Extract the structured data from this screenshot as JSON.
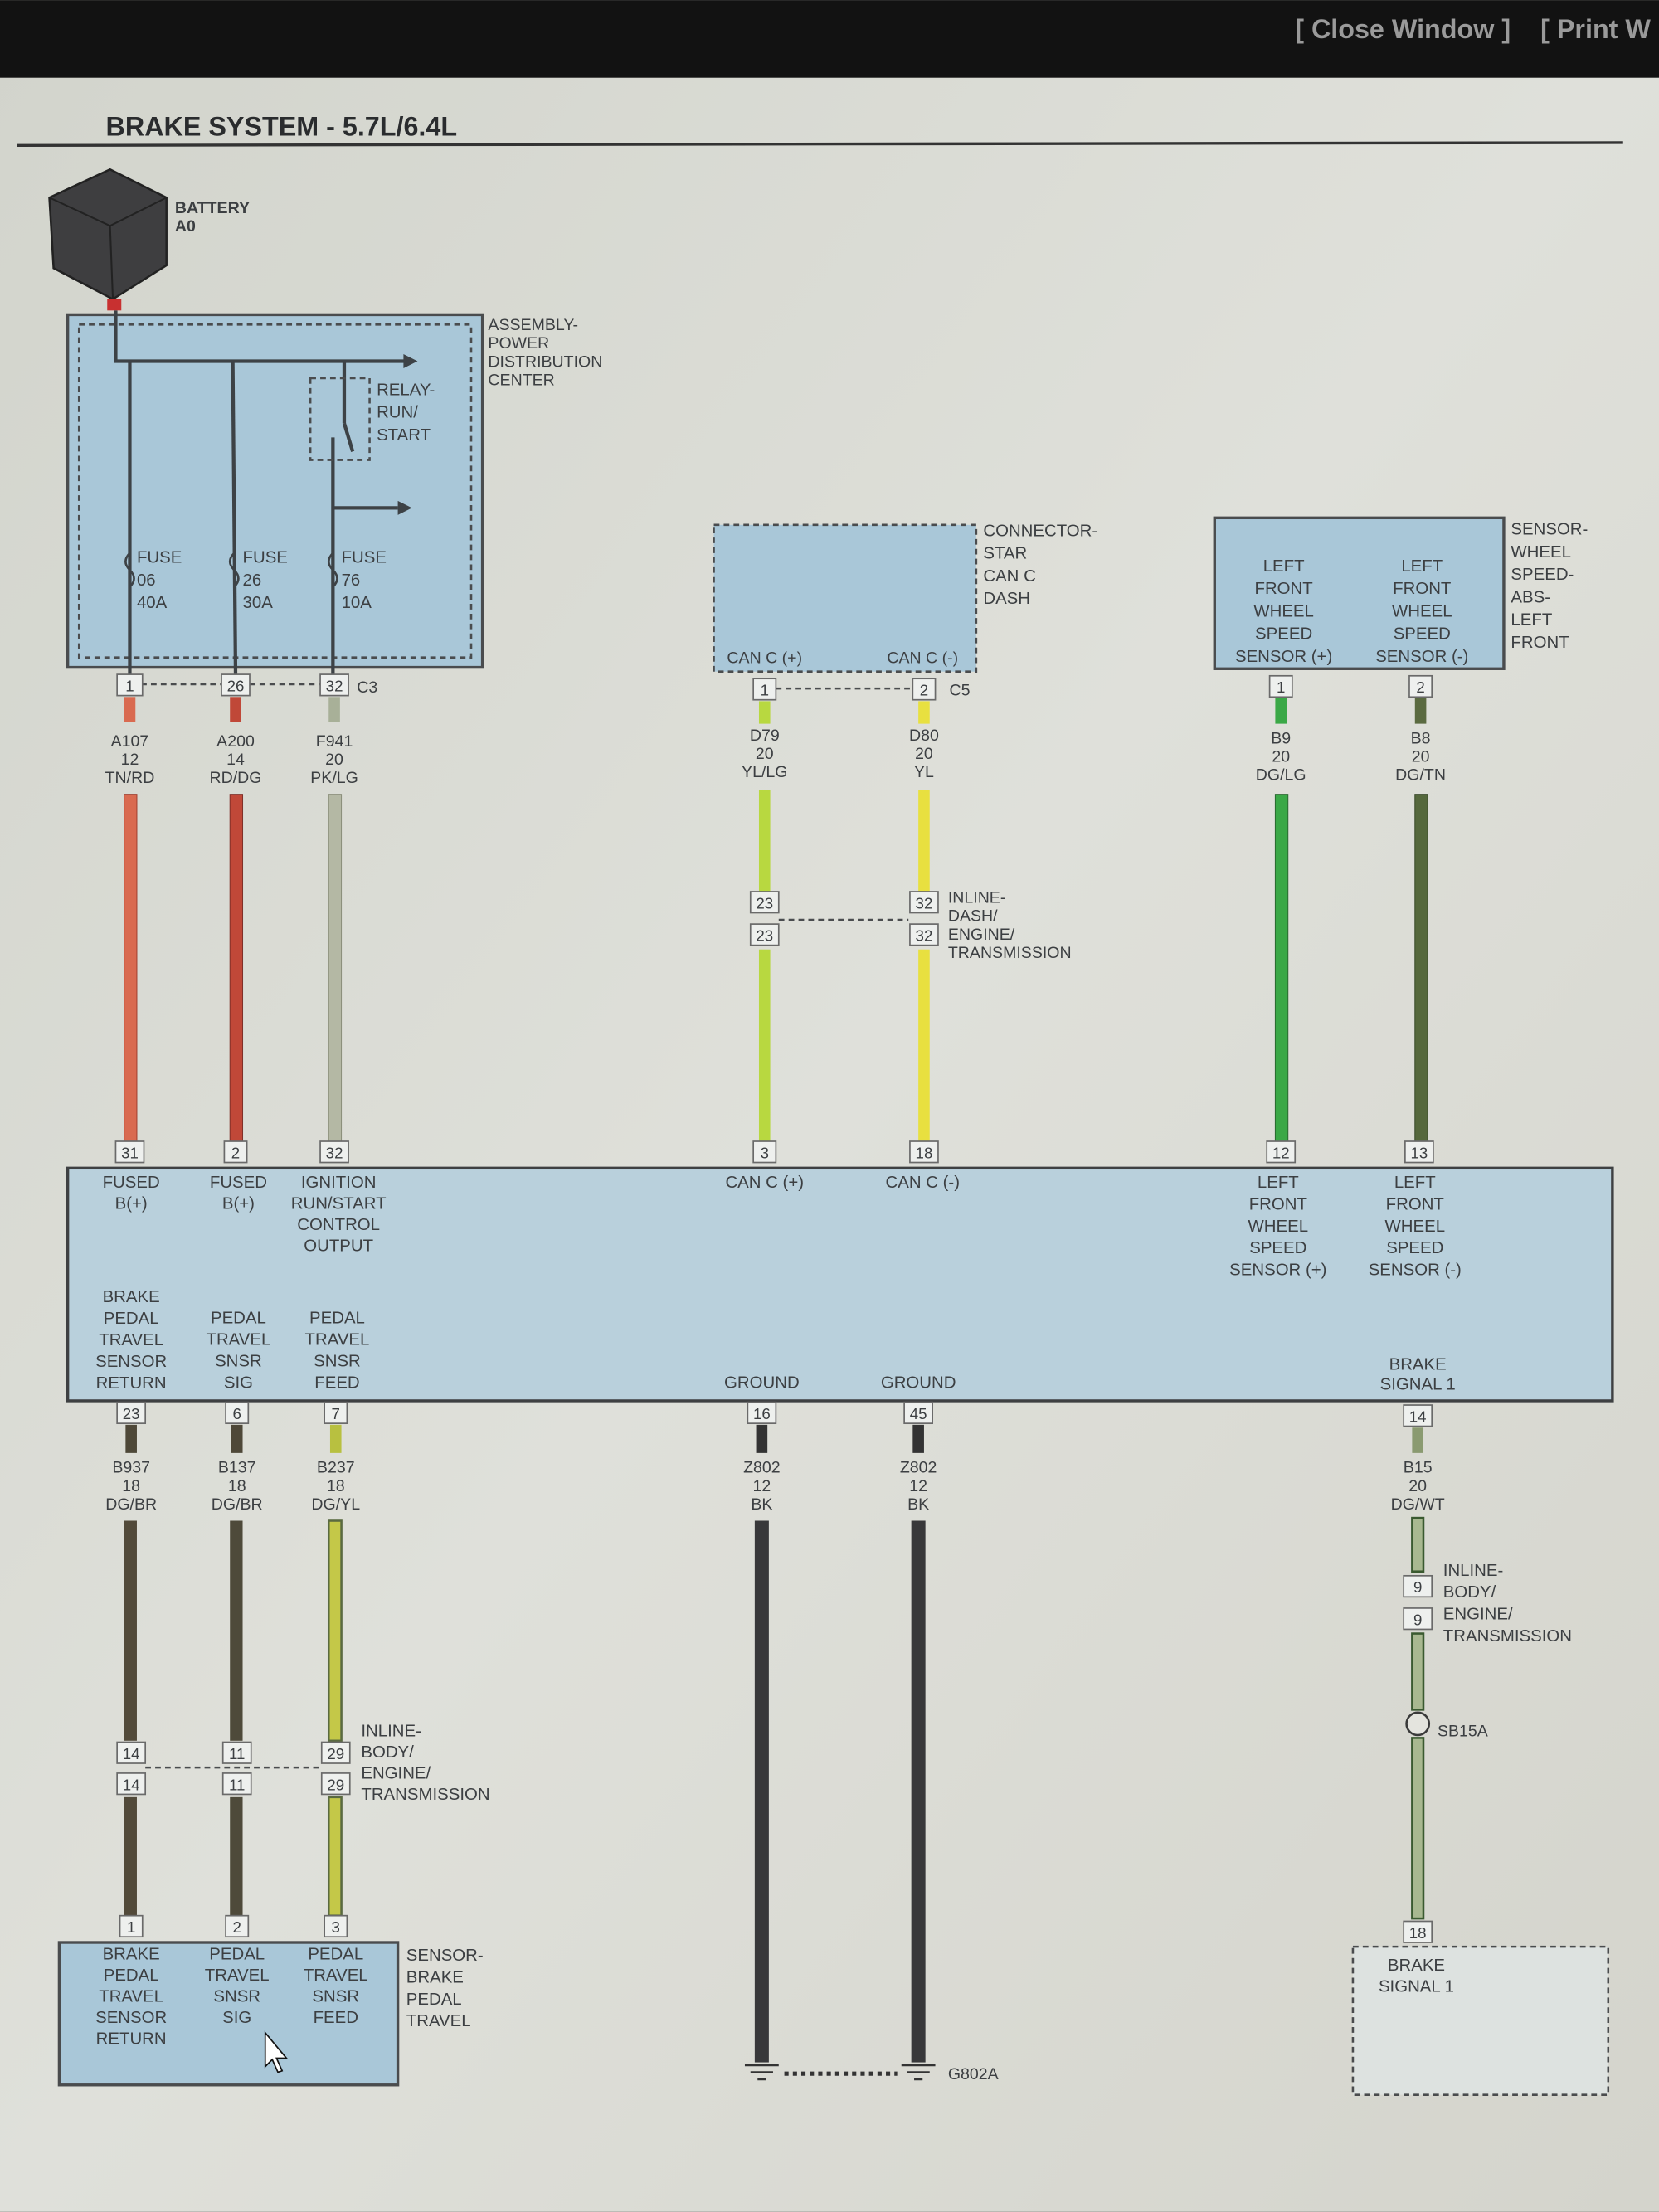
{
  "window": {
    "close": "[ Close Window ]",
    "print": "[ Print W"
  },
  "title": "BRAKE SYSTEM - 5.7L/6.4L",
  "battery": {
    "lines": [
      "BATTERY",
      "A0"
    ]
  },
  "pdc": {
    "lines": [
      "ASSEMBLY-",
      "POWER",
      "DISTRIBUTION",
      "CENTER"
    ],
    "relay": [
      "RELAY-",
      "RUN/",
      "START"
    ],
    "fuses": [
      [
        "FUSE",
        "06",
        "40A"
      ],
      [
        "FUSE",
        "26",
        "30A"
      ],
      [
        "FUSE",
        "76",
        "10A"
      ]
    ],
    "pins": [
      "1",
      "26",
      "32"
    ],
    "connector": "C3"
  },
  "can_connector": {
    "lines": [
      "CONNECTOR-",
      "STAR",
      "CAN C",
      "DASH"
    ],
    "pin_labels": [
      "CAN C (+)",
      "CAN C (-)"
    ],
    "pins": [
      "1",
      "2"
    ],
    "connector": "C5"
  },
  "wheel_sensor": {
    "lines": [
      "SENSOR-",
      "WHEEL",
      "SPEED-",
      "ABS-",
      "LEFT",
      "FRONT"
    ],
    "pin_labels": [
      [
        "LEFT",
        "FRONT",
        "WHEEL",
        "SPEED",
        "SENSOR (+)"
      ],
      [
        "LEFT",
        "FRONT",
        "WHEEL",
        "SPEED",
        "SENSOR (-)"
      ]
    ],
    "pins": [
      "1",
      "2"
    ]
  },
  "upper_wires": [
    {
      "circuit": "A107",
      "gauge": "12",
      "color": "TN/RD"
    },
    {
      "circuit": "A200",
      "gauge": "14",
      "color": "RD/DG"
    },
    {
      "circuit": "F941",
      "gauge": "20",
      "color": "PK/LG"
    },
    {
      "circuit": "D79",
      "gauge": "20",
      "color": "YL/LG"
    },
    {
      "circuit": "D80",
      "gauge": "20",
      "color": "YL"
    },
    {
      "circuit": "B9",
      "gauge": "20",
      "color": "DG/LG"
    },
    {
      "circuit": "B8",
      "gauge": "20",
      "color": "DG/TN"
    }
  ],
  "inline_dash": {
    "lines": [
      "INLINE-",
      "DASH/",
      "ENGINE/",
      "TRANSMISSION"
    ],
    "pins": [
      "23",
      "32"
    ]
  },
  "module": {
    "top_pins": [
      "31",
      "2",
      "32",
      "3",
      "18",
      "12",
      "13"
    ],
    "top_labels": [
      [
        "FUSED",
        "B(+)"
      ],
      [
        "FUSED",
        "B(+)"
      ],
      [
        "IGNITION",
        "RUN/START",
        "CONTROL",
        "OUTPUT"
      ],
      [
        "CAN C (+)"
      ],
      [
        "CAN C (-)"
      ],
      [
        "LEFT",
        "FRONT",
        "WHEEL",
        "SPEED",
        "SENSOR (+)"
      ],
      [
        "LEFT",
        "FRONT",
        "WHEEL",
        "SPEED",
        "SENSOR (-)"
      ]
    ],
    "bottom_labels": [
      [
        "BRAKE",
        "PEDAL",
        "TRAVEL",
        "SENSOR",
        "RETURN"
      ],
      [
        "PEDAL",
        "TRAVEL",
        "SNSR",
        "SIG"
      ],
      [
        "PEDAL",
        "TRAVEL",
        "SNSR",
        "FEED"
      ],
      [
        "GROUND"
      ],
      [
        "GROUND"
      ],
      [
        "BRAKE",
        "SIGNAL 1"
      ]
    ],
    "bottom_pins": [
      "23",
      "6",
      "7",
      "16",
      "45",
      "14"
    ]
  },
  "lower_wires": [
    {
      "circuit": "B937",
      "gauge": "18",
      "color": "DG/BR"
    },
    {
      "circuit": "B137",
      "gauge": "18",
      "color": "DG/BR"
    },
    {
      "circuit": "B237",
      "gauge": "18",
      "color": "DG/YL"
    },
    {
      "circuit": "Z802",
      "gauge": "12",
      "color": "BK"
    },
    {
      "circuit": "Z802",
      "gauge": "12",
      "color": "BK"
    },
    {
      "circuit": "B15",
      "gauge": "20",
      "color": "DG/WT"
    }
  ],
  "inline_body": {
    "lines": [
      "INLINE-",
      "BODY/",
      "ENGINE/",
      "TRANSMISSION"
    ],
    "pins": [
      "14",
      "11",
      "29"
    ]
  },
  "inline_body_right": {
    "lines": [
      "INLINE-",
      "BODY/",
      "ENGINE/",
      "TRANSMISSION"
    ],
    "pin": "9"
  },
  "splice": "SB15A",
  "pedal_sensor": {
    "lines": [
      "SENSOR-",
      "BRAKE",
      "PEDAL",
      "TRAVEL"
    ],
    "pins": [
      "1",
      "2",
      "3"
    ],
    "pin_labels": [
      [
        "BRAKE",
        "PEDAL",
        "TRAVEL",
        "SENSOR",
        "RETURN"
      ],
      [
        "PEDAL",
        "TRAVEL",
        "SNSR",
        "SIG"
      ],
      [
        "PEDAL",
        "TRAVEL",
        "SNSR",
        "FEED"
      ]
    ]
  },
  "ground": "G802A",
  "brake_signal": {
    "pin": "18",
    "lines": [
      "BRAKE",
      "SIGNAL 1"
    ]
  }
}
